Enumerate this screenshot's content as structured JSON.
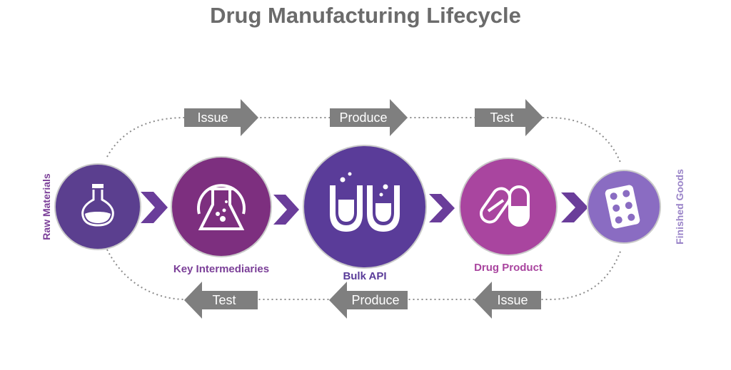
{
  "title": "Drug Manufacturing Lifecycle",
  "top_steps": [
    "Issue",
    "Produce",
    "Test"
  ],
  "bottom_steps": [
    "Test",
    "Produce",
    "Issue"
  ],
  "stages": [
    {
      "label": "Raw Materials",
      "icon": "flask-icon",
      "color": "#5b3f8f"
    },
    {
      "label": "Key Intermediaries",
      "icon": "lab-beaker-icon",
      "color": "#7d2f7f"
    },
    {
      "label": "Bulk API",
      "icon": "test-tubes-icon",
      "color": "#5a3c99"
    },
    {
      "label": "Drug Product",
      "icon": "capsules-icon",
      "color": "#a9459f"
    },
    {
      "label": "Finished Goods",
      "icon": "pill-blister-icon",
      "color": "#8a6cc2"
    }
  ],
  "colors": {
    "title": "#6b6b6b",
    "arrow": "#7f7f7f",
    "chevron": "#6a3d9a",
    "ring": "#c9c9c9",
    "label_purple": "#7b3f98",
    "label_light": "#9a84c8"
  }
}
